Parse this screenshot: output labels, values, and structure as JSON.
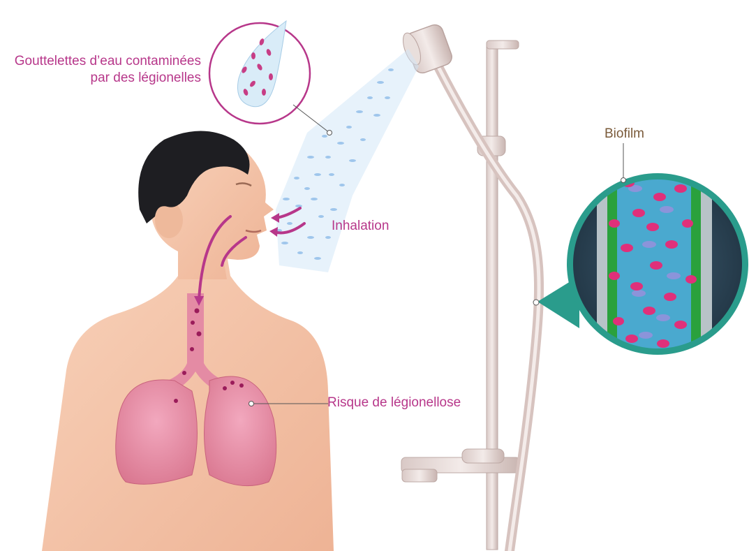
{
  "labels": {
    "droplets_line1": "Gouttelettes d’eau contaminées",
    "droplets_line2": "par des légionelles",
    "inhalation": "Inhalation",
    "risk": "Risque de légionellose",
    "biofilm": "Biofilm"
  },
  "colors": {
    "label_pink": "#b7378a",
    "biofilm_label": "#7a5a3a",
    "skin": "#f5c4a8",
    "lungs": "#e88aa6",
    "water": "#9ec8ee",
    "zoom_ring": "#2a9c8c",
    "bacteria": "#e0307a"
  }
}
